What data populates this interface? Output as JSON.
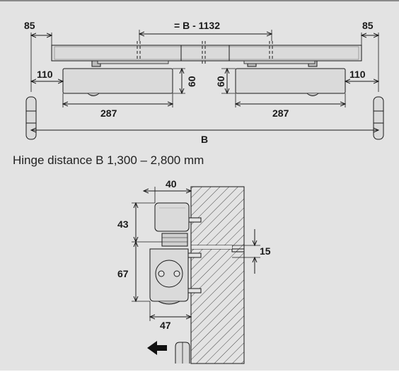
{
  "caption": "Hinge distance B 1,300 – 2,800 mm",
  "top_diagram": {
    "left_offset": "85",
    "right_offset": "85",
    "center_distance": "= B - 1132",
    "left_inset": "110",
    "right_inset": "110",
    "left_height": "60",
    "right_height": "60",
    "left_width": "287",
    "right_width": "287",
    "hinge_distance": "B"
  },
  "bottom_diagram": {
    "top_width": "40",
    "upper_height": "43",
    "gap": "15",
    "lower_height": "67",
    "bottom_width": "47"
  },
  "colors": {
    "background": "#e3e3e3",
    "body_fill": "#dadada",
    "stroke": "#1a1a1a"
  }
}
